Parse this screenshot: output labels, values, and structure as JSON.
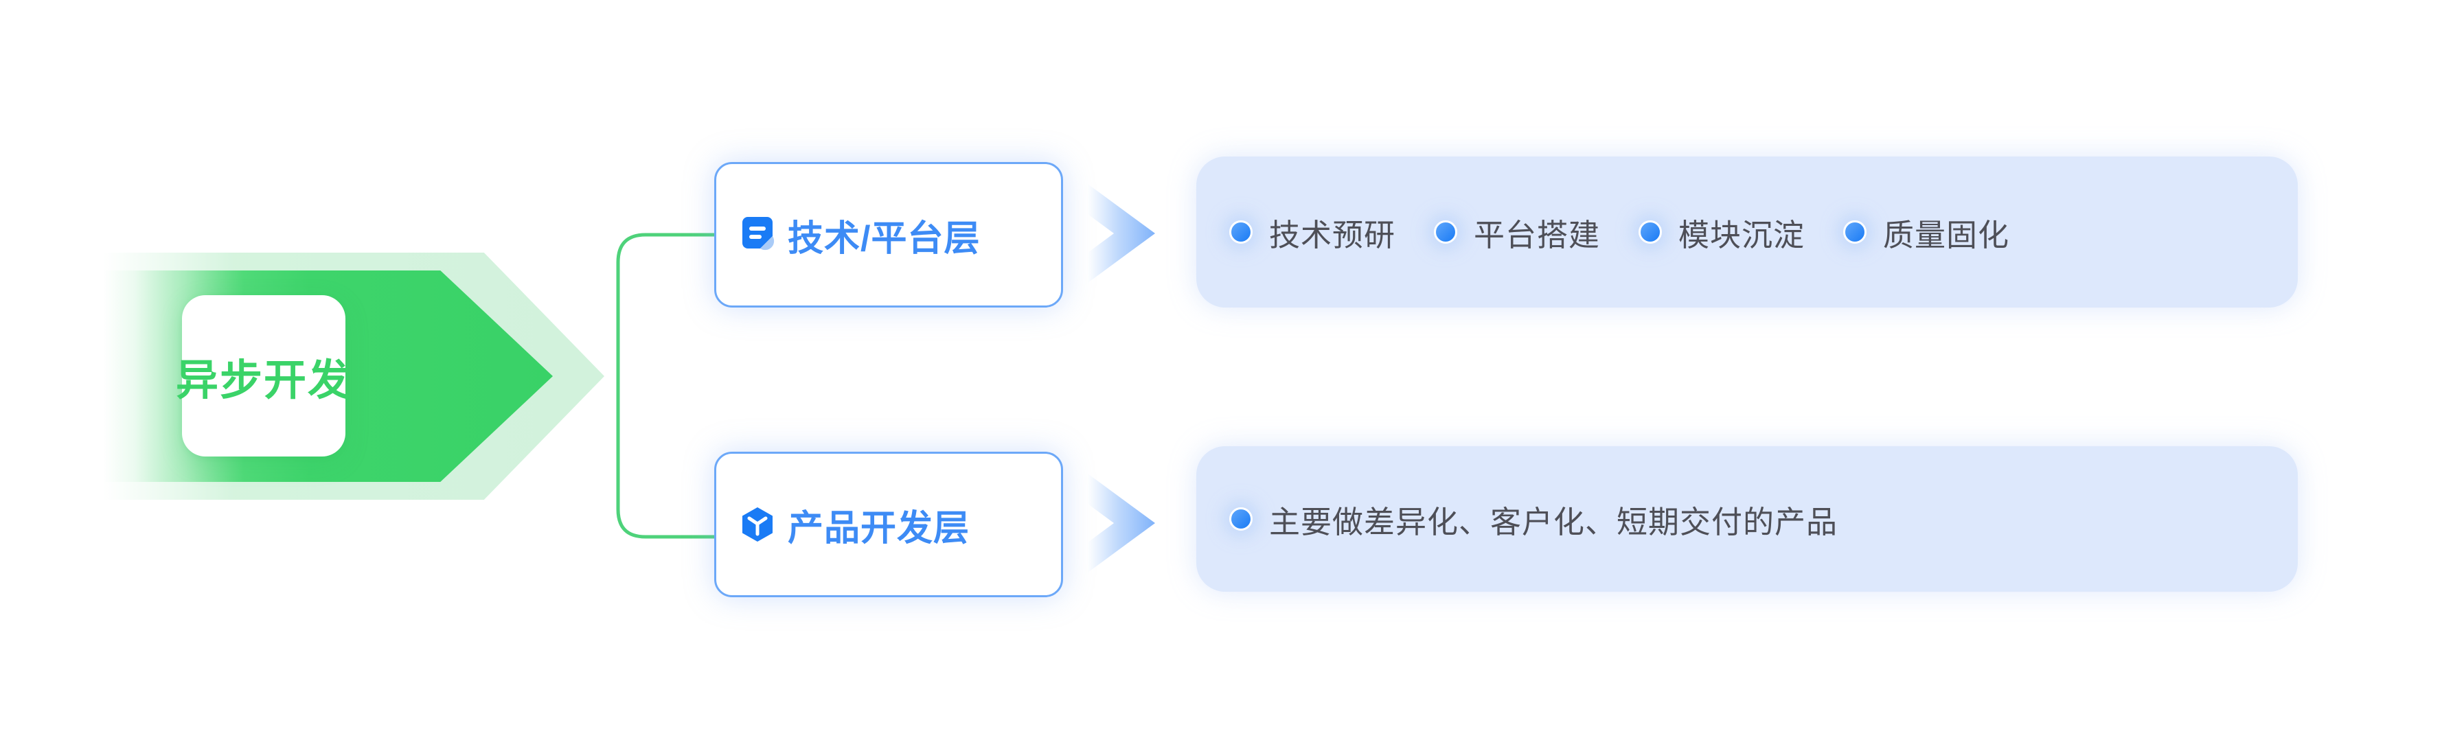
{
  "diagram": {
    "title": "异步开发",
    "root": {
      "label": "异步开发",
      "color": "#3ad368",
      "name": "root-node"
    },
    "branches": [
      {
        "id": "tech-platform",
        "label": "技术/平台层",
        "icon": "document-icon",
        "accent": "#3d8bf5",
        "panel_bg": "#dde8fc",
        "items": [
          {
            "label": "技术预研"
          },
          {
            "label": "平台搭建"
          },
          {
            "label": "模块沉淀"
          },
          {
            "label": "质量固化"
          }
        ]
      },
      {
        "id": "product-dev",
        "label": "产品开发层",
        "icon": "cube-icon",
        "accent": "#3d8bf5",
        "panel_bg": "#dde8fc",
        "items": [
          {
            "label": "主要做差异化、客户化、短期交付的产品"
          }
        ]
      }
    ],
    "connectors": {
      "bracket_color": "#4ed27a",
      "chevron_color": "#8ab9fa"
    }
  }
}
